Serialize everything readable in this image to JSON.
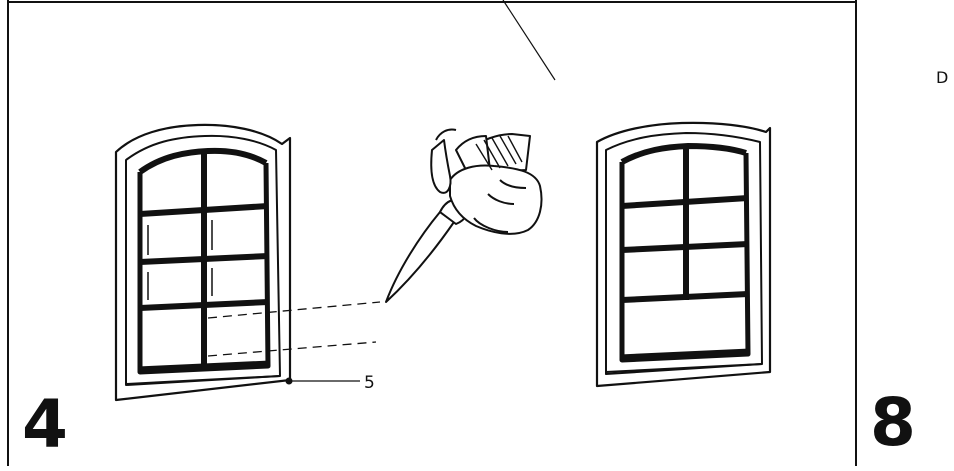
{
  "panel": {
    "step_number": "4",
    "callout_label": "5"
  },
  "side": {
    "letter": "D",
    "step_number": "8"
  },
  "colors": {
    "line": "#111111",
    "background": "#ffffff"
  },
  "icons": [
    "window-left-icon",
    "window-right-icon",
    "hand-with-knife-icon",
    "cut-guide-lines"
  ]
}
